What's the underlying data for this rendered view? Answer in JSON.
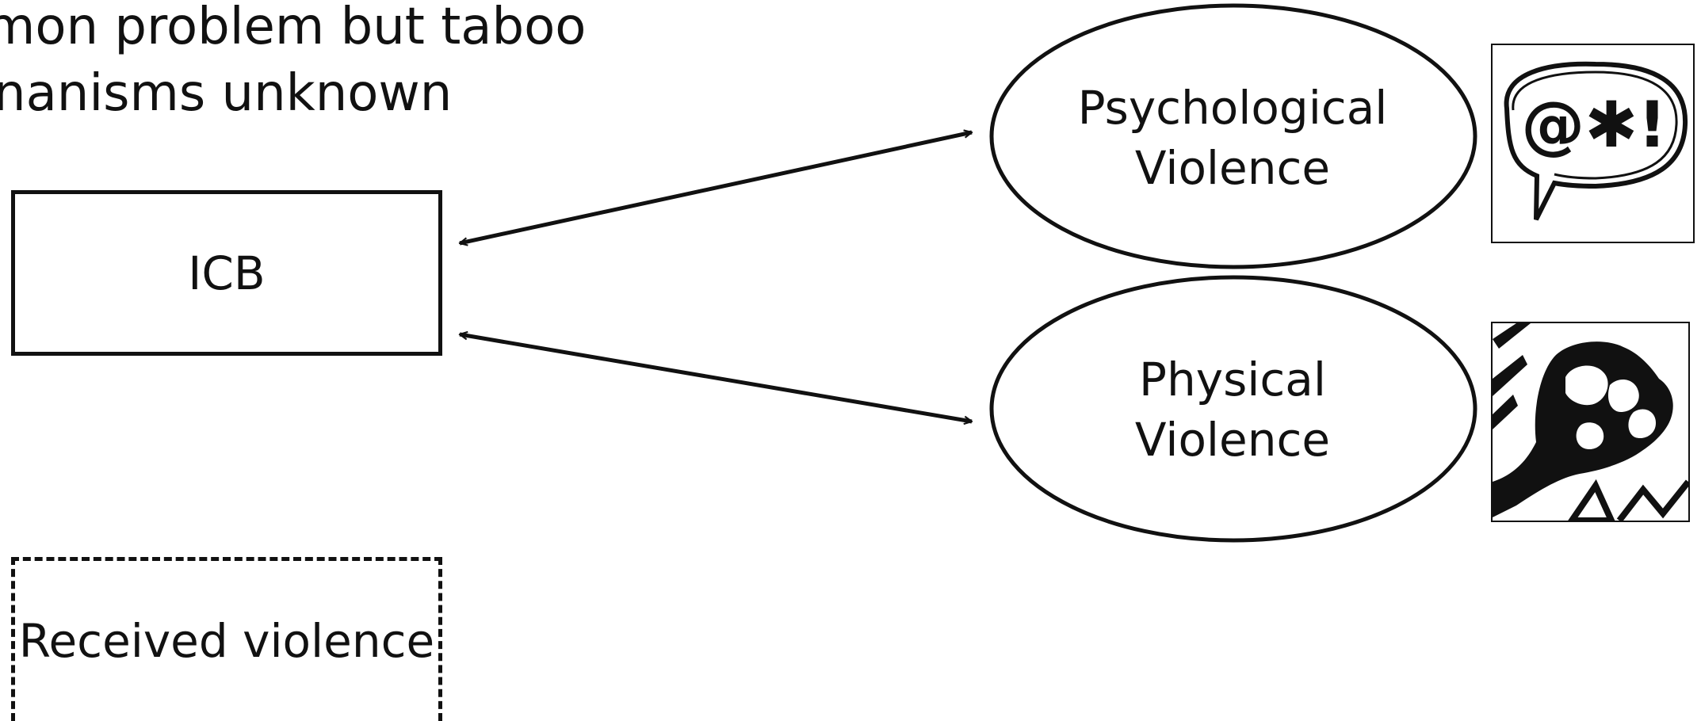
{
  "header": {
    "line1": "mon problem but taboo",
    "line2": "nanisms unknown"
  },
  "nodes": {
    "icb": "ICB",
    "received": "Received violence",
    "psychological": [
      "Psychological",
      "Violence"
    ],
    "physical": [
      "Physical",
      "Violence"
    ]
  },
  "icons": {
    "curse_symbols": "@✱!"
  },
  "colors": {
    "stroke": "#111111",
    "background": "#ffffff"
  }
}
